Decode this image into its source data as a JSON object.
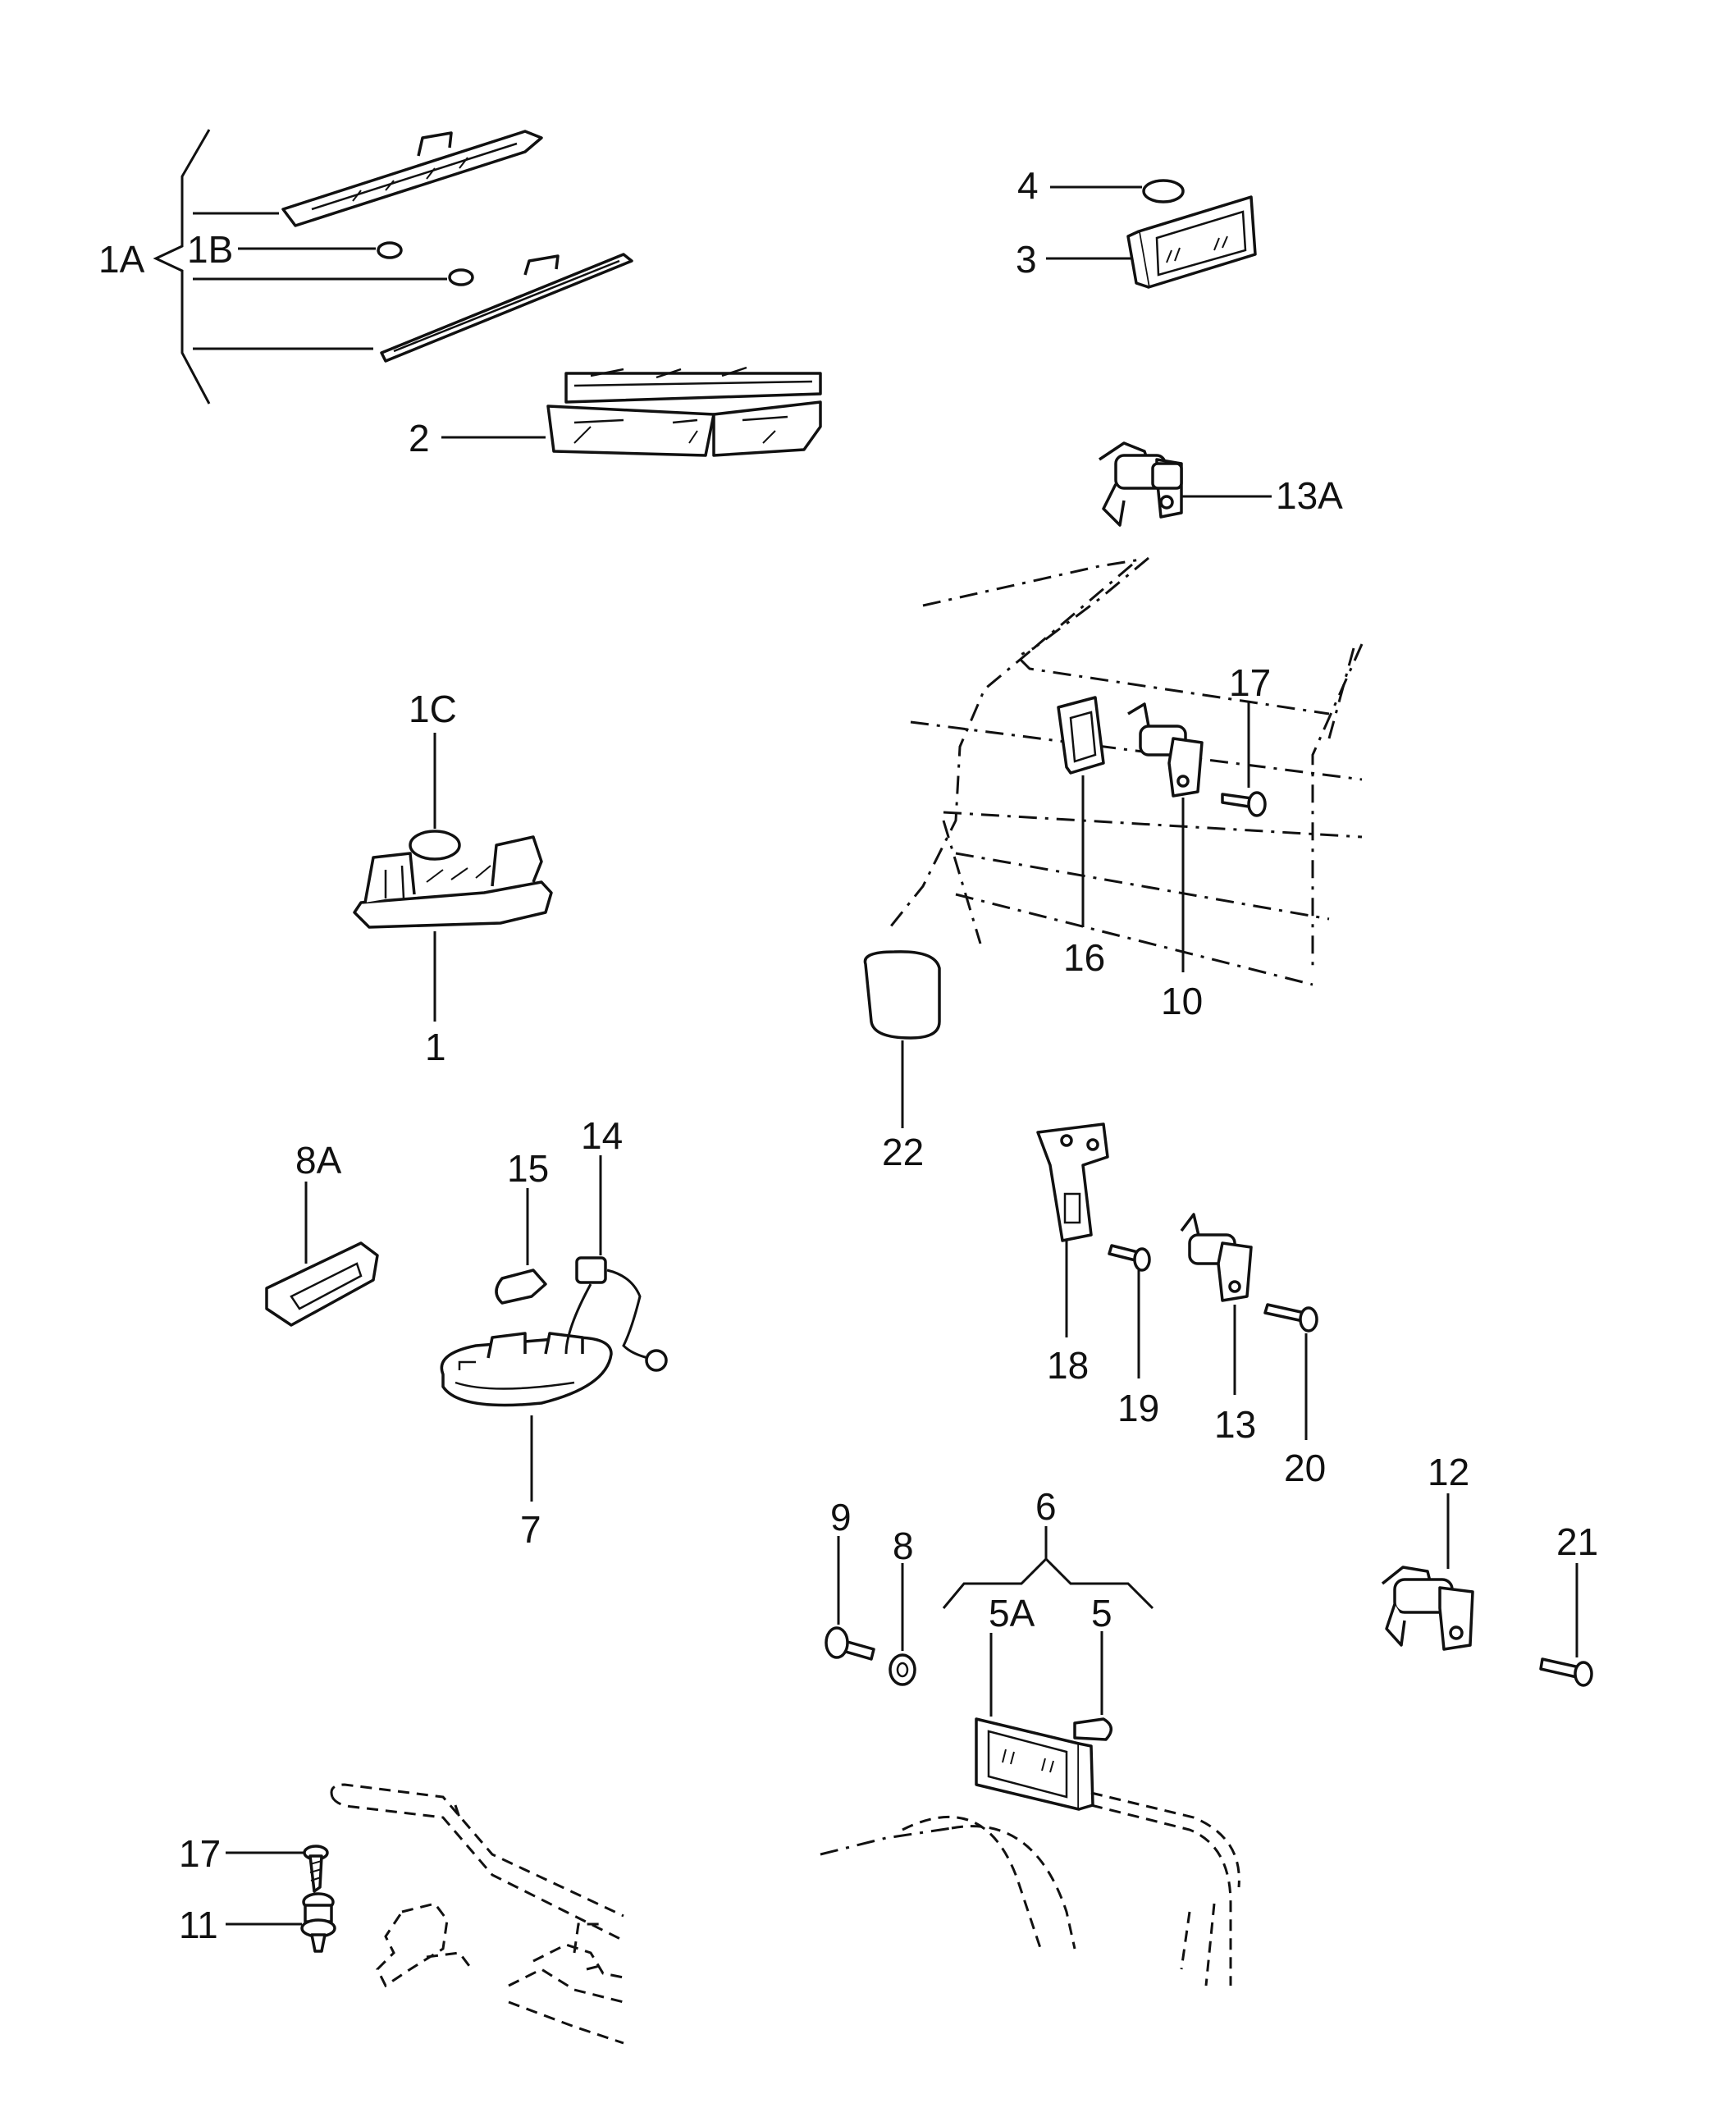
{
  "labels": {
    "l1A": "1A",
    "l1B": "1B",
    "l1C": "1C",
    "l1": "1",
    "l2": "2",
    "l3": "3",
    "l4": "4",
    "l5": "5",
    "l5A": "5A",
    "l6": "6",
    "l7": "7",
    "l8": "8",
    "l8A": "8A",
    "l9": "9",
    "l10": "10",
    "l11": "11",
    "l12": "12",
    "l13": "13",
    "l13A": "13A",
    "l14": "14",
    "l15": "15",
    "l16": "16",
    "l17a": "17",
    "l17b": "17",
    "l18": "18",
    "l19": "19",
    "l20": "20",
    "l21": "21",
    "l22": "22"
  }
}
